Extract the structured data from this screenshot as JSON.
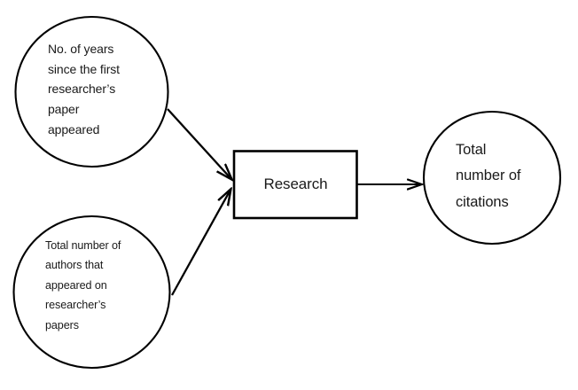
{
  "diagram": {
    "type": "conceptual-flow-diagram",
    "background_color": "#ffffff",
    "stroke_color": "#000000",
    "text_color": "#1a1a1a",
    "nodes": [
      {
        "id": "years-since-first-paper",
        "shape": "ellipse",
        "label": "No. of years\nsince the first\nresearcher’s\npaper\nappeared",
        "role": "input-variable"
      },
      {
        "id": "total-authors",
        "shape": "ellipse",
        "label": "Total number of\nauthors that\nappeared on\nresearcher’s\npapers",
        "role": "input-variable"
      },
      {
        "id": "research",
        "shape": "rectangle",
        "label": "Research",
        "role": "process"
      },
      {
        "id": "total-citations",
        "shape": "ellipse",
        "label": "Total\nnumber of\ncitations",
        "role": "output-variable"
      }
    ],
    "edges": [
      {
        "id": "years-to-research",
        "from": "years-since-first-paper",
        "to": "research",
        "arrowhead": true
      },
      {
        "id": "authors-to-research",
        "from": "total-authors",
        "to": "research",
        "arrowhead": true
      },
      {
        "id": "research-to-citations",
        "from": "research",
        "to": "total-citations",
        "arrowhead": true
      }
    ]
  }
}
